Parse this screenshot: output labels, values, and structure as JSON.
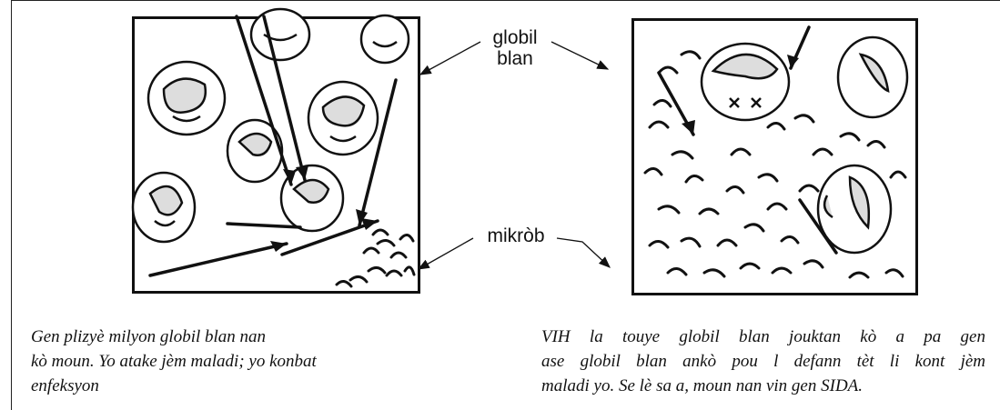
{
  "diagram": {
    "labels": {
      "white_blood_cells": [
        "globil",
        "blan"
      ],
      "microbes": "mikròb"
    },
    "captions": {
      "left": [
        "Gen plizyè milyon globil blan nan",
        "kò moun.  Yo atake jèm maladi; yo konbat",
        "enfeksyon"
      ],
      "right": [
        "VIH la touye globil blan jouktan kò a pa gen",
        "ase globil blan ankò pou l defann tèt li kont jèm",
        "maladi yo.  Se lè sa a, moun nan vin gen SIDA."
      ]
    }
  }
}
